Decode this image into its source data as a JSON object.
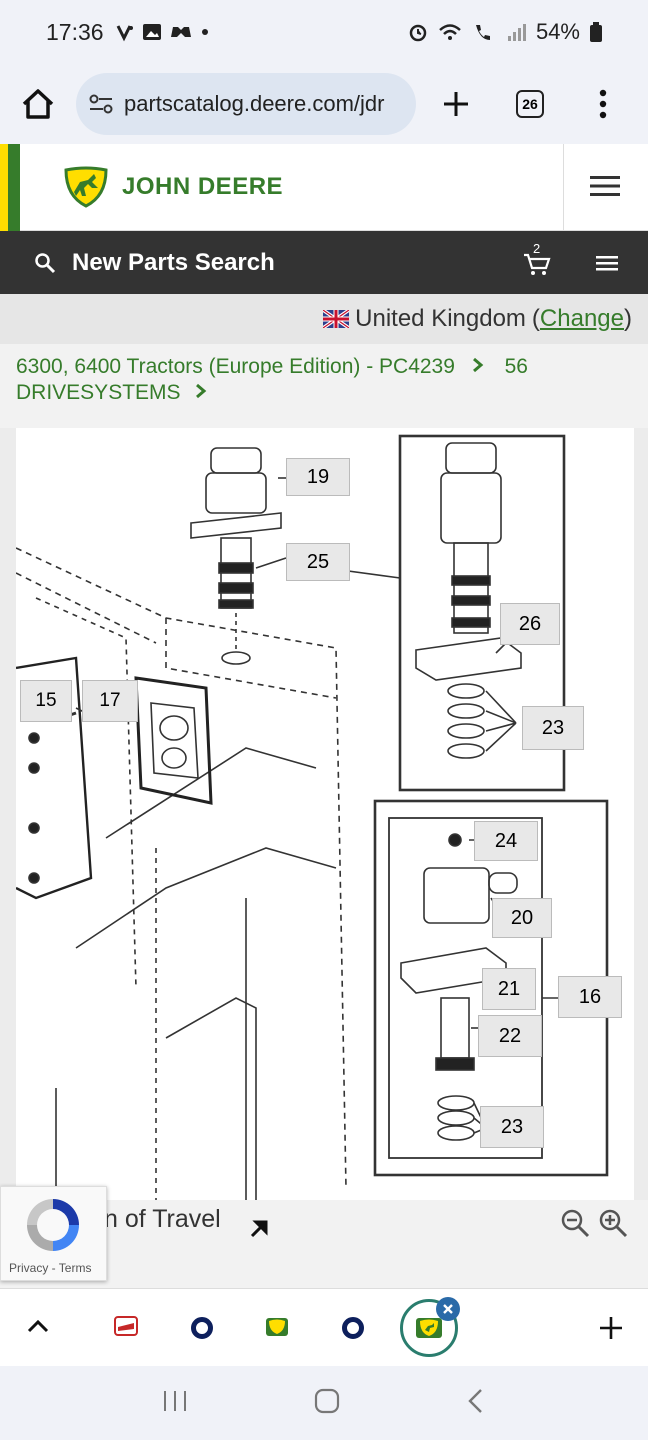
{
  "status_bar": {
    "time": "17:36",
    "battery": "54%"
  },
  "browser": {
    "url": "partscatalog.deere.com/jdr",
    "tab_count": "26"
  },
  "brand": {
    "name": "JOHN DEERE",
    "green": "#367c2b",
    "yellow": "#ffde00"
  },
  "search_bar": {
    "label": "New Parts Search",
    "cart_count": "2"
  },
  "region": {
    "country": "United Kingdom",
    "open_paren": "(",
    "change_label": "Change",
    "close_paren": ")"
  },
  "breadcrumb": {
    "item1": "6300, 6400 Tractors (Europe Edition) - PC4239",
    "item2": "56",
    "item3": "DRIVESYSTEMS"
  },
  "diagram": {
    "callouts": [
      "19",
      "25",
      "26",
      "23",
      "15",
      "17",
      "24",
      "20",
      "21",
      "16",
      "22",
      "23"
    ]
  },
  "footer": {
    "partial_text": "n of Travel",
    "recaptcha_text": "Privacy - Terms"
  }
}
